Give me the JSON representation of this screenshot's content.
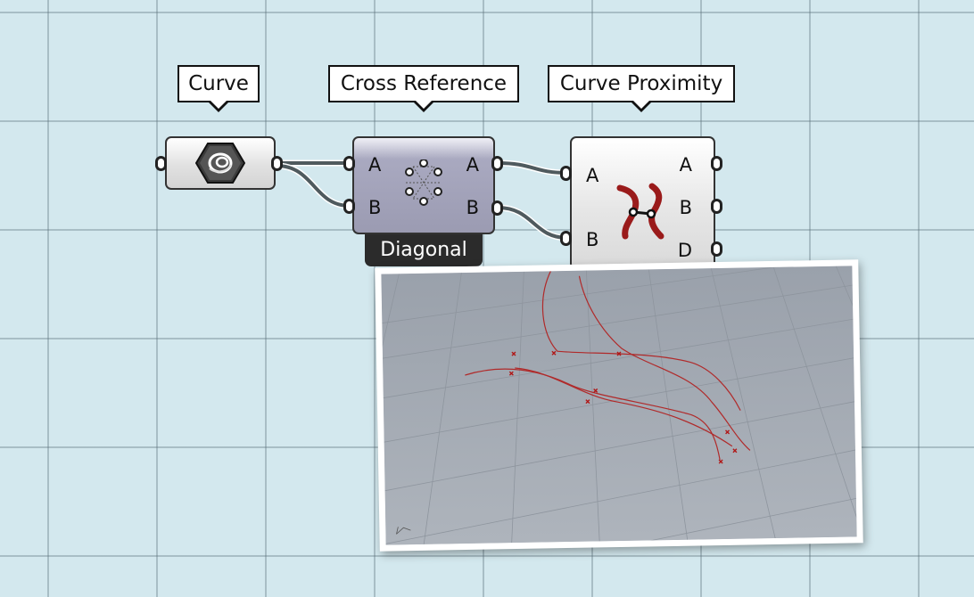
{
  "canvas": {
    "components": [
      {
        "id": "curve",
        "label": "Curve",
        "icon": "curve-param-icon"
      },
      {
        "id": "cross",
        "label": "Cross Reference",
        "icon": "cross-reference-icon",
        "inputs": [
          "A",
          "B"
        ],
        "outputs": [
          "A",
          "B"
        ],
        "mode_label": "Diagonal"
      },
      {
        "id": "proximity",
        "label": "Curve Proximity",
        "icon": "curve-proximity-icon",
        "inputs": [
          "A",
          "B"
        ],
        "outputs": [
          "A",
          "B",
          "D"
        ]
      }
    ],
    "viewport_preview": {
      "icon": "axis-gizmo-icon"
    }
  },
  "colors": {
    "canvas_background": "#d3e8ee",
    "curve_color": "#b02a2a",
    "component_gray": "#9b9bb2"
  }
}
